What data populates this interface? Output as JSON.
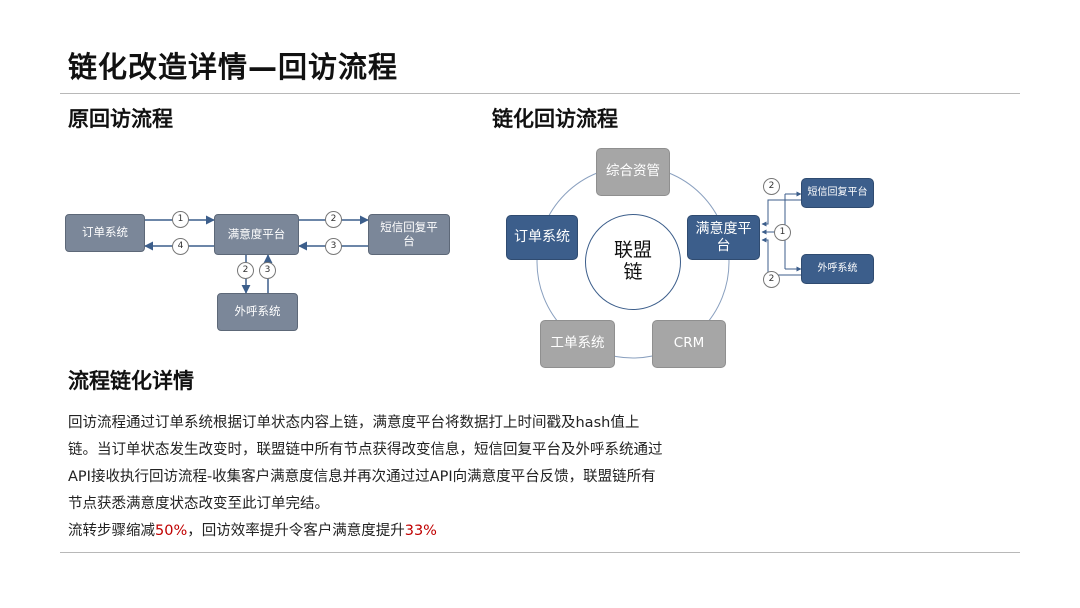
{
  "title": "链化改造详情—回访流程",
  "original": {
    "heading": "原回访流程",
    "order_system": "订单系统",
    "satisfaction_platform": "满意度平台",
    "sms_platform": "短信回复平台",
    "outbound_system": "外呼系统",
    "step_labels": [
      "1",
      "4",
      "2",
      "3",
      "2",
      "3"
    ]
  },
  "chained": {
    "heading": "链化回访流程",
    "hub": "联盟\n链",
    "asset_mgmt": "综合资管",
    "order_system": "订单系统",
    "satisfaction_platform": "满意度平\n台",
    "crm": "CRM",
    "work_order": "工单系统",
    "sms_platform": "短信回复平台",
    "outbound_system": "外呼系统",
    "step_labels": [
      "2",
      "1",
      "2"
    ]
  },
  "details": {
    "heading": "流程链化详情",
    "paragraph": "回访流程通过订单系统根据订单状态内容上链，满意度平台将数据打上时间戳及hash值上链。当订单状态发生改变时，联盟链中所有节点获得改变信息，短信回复平台及外呼系统通过API接收执行回访流程-收集客户满意度信息并再次通过过API向满意度平台反馈，联盟链所有节点获悉满意度状态改变至此订单完结。",
    "result_prefix": "流转步骤缩减",
    "result_value_1": "50%",
    "result_middle": "，回访效率提升令客户满意度提升",
    "result_value_2": "33%"
  },
  "colors": {
    "grey_box": "#7b8799",
    "blue_box": "#3c5e8b",
    "light_grey_box": "#a6a6a6",
    "highlight": "#c00000"
  }
}
